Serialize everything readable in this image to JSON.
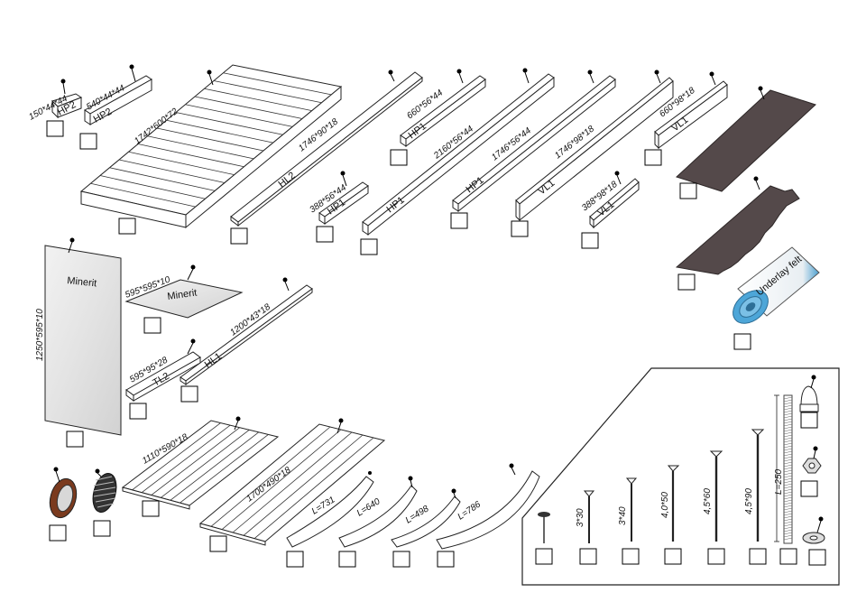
{
  "parts": {
    "p1": {
      "dim": "150*44*44",
      "code": "HP2"
    },
    "p2": {
      "dim": "540*44*44",
      "code": "HP2"
    },
    "p3": {
      "dim": "1742*600*72"
    },
    "p4": {
      "dim": "1746*90*18",
      "code": "HL2"
    },
    "p5": {
      "dim": "660*56*44",
      "code": "HP1"
    },
    "p6": {
      "dim": "388*56*44",
      "code": "HP1"
    },
    "p7": {
      "dim": "2160*56*44",
      "code": "HP1"
    },
    "p8": {
      "dim": "1746*56*44",
      "code": "HP1"
    },
    "p9": {
      "dim": "1746*98*18",
      "code": "VL1"
    },
    "p10": {
      "dim": "660*98*18",
      "code": "VL1"
    },
    "p11": {
      "dim": "388*98*18",
      "code": "VL1"
    },
    "p12": {
      "name": "Underlay felt"
    },
    "p13": {
      "dim": "1250*595*10",
      "name": "Minerit"
    },
    "p14": {
      "dim": "595*595*10",
      "name": "Minerit"
    },
    "p15": {
      "dim": "1200*43*18",
      "code": "HL1"
    },
    "p16": {
      "dim": "595*95*28",
      "code": "TL2"
    },
    "p17": {
      "dim": "1110*590*18"
    },
    "p18": {
      "dim": "1700*490*18"
    },
    "p19": {
      "dim": "L=731"
    },
    "p20": {
      "dim": "L=640"
    },
    "p21": {
      "dim": "L=498"
    },
    "p22": {
      "dim": "L=786"
    }
  },
  "hardware": {
    "h2": {
      "dim": "3*30"
    },
    "h3": {
      "dim": "3*40"
    },
    "h4": {
      "dim": "4,0*50"
    },
    "h5": {
      "dim": "4,5*60"
    },
    "h6": {
      "dim": "4,5*90"
    },
    "h7": {
      "dim": "L=250"
    }
  }
}
